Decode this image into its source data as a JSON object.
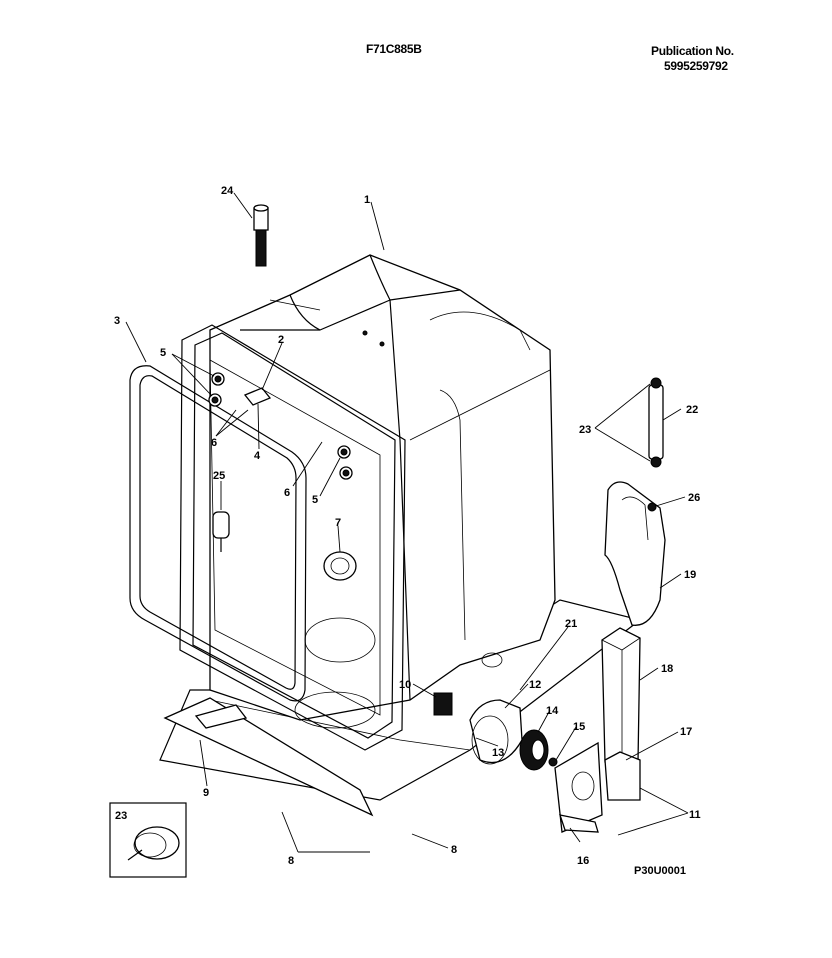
{
  "header": {
    "model": "F71C885B",
    "publication_label": "Publication No.",
    "publication_number": "5995259792"
  },
  "diagram_code": "P30U0001",
  "callouts": [
    {
      "id": "c24",
      "text": "24"
    },
    {
      "id": "c1",
      "text": "1"
    },
    {
      "id": "c3",
      "text": "3"
    },
    {
      "id": "c5a",
      "text": "5"
    },
    {
      "id": "c2",
      "text": "2"
    },
    {
      "id": "c6a",
      "text": "6"
    },
    {
      "id": "c4",
      "text": "4"
    },
    {
      "id": "c25",
      "text": "25"
    },
    {
      "id": "c6b",
      "text": "6"
    },
    {
      "id": "c5b",
      "text": "5"
    },
    {
      "id": "c7",
      "text": "7"
    },
    {
      "id": "c23a",
      "text": "23"
    },
    {
      "id": "c22",
      "text": "22"
    },
    {
      "id": "c26",
      "text": "26"
    },
    {
      "id": "c19",
      "text": "19"
    },
    {
      "id": "c21",
      "text": "21"
    },
    {
      "id": "c18",
      "text": "18"
    },
    {
      "id": "c10",
      "text": "10"
    },
    {
      "id": "c12",
      "text": "12"
    },
    {
      "id": "c14",
      "text": "14"
    },
    {
      "id": "c15",
      "text": "15"
    },
    {
      "id": "c17",
      "text": "17"
    },
    {
      "id": "c13",
      "text": "13"
    },
    {
      "id": "c9",
      "text": "9"
    },
    {
      "id": "c11",
      "text": "11"
    },
    {
      "id": "c8a",
      "text": "8"
    },
    {
      "id": "c8b",
      "text": "8"
    },
    {
      "id": "c16",
      "text": "16"
    },
    {
      "id": "c23b",
      "text": "23"
    }
  ]
}
